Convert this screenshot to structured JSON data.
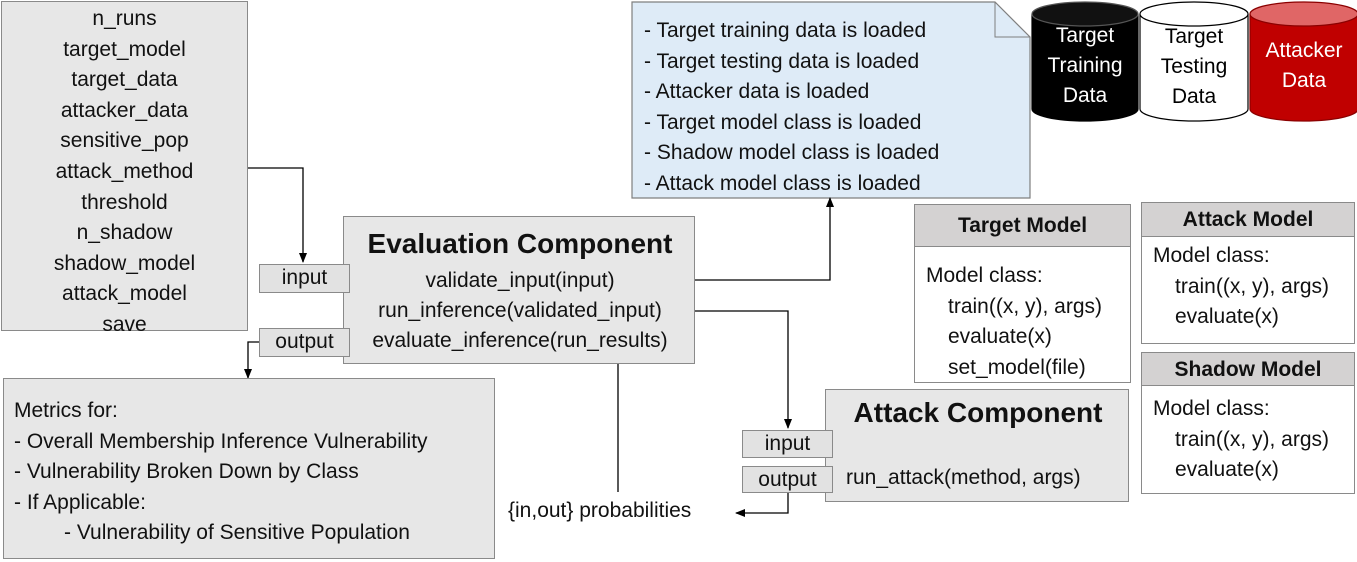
{
  "parameters": [
    "n_runs",
    "target_model",
    "target_data",
    "attacker_data",
    "sensitive_pop",
    "attack_method",
    "threshold",
    "n_shadow",
    "shadow_model",
    "attack_model",
    "save"
  ],
  "evaluation": {
    "title": "Evaluation Component",
    "methods": [
      "validate_input(input)",
      "run_inference(validated_input)",
      "evaluate_inference(run_results)"
    ],
    "input_label": "input",
    "output_label": "output"
  },
  "metrics": {
    "lines": [
      "Metrics for:",
      "-  Overall Membership Inference Vulnerability",
      "-  Vulnerability Broken Down by Class",
      "-  If Applicable:",
      "-  Vulnerability of Sensitive Population"
    ]
  },
  "checks": [
    "- Target training data is loaded",
    "- Target testing data is loaded",
    "- Attacker data is loaded",
    "- Target model class is loaded",
    "- Shadow model class is loaded",
    "- Attack model class is loaded"
  ],
  "cylinders": [
    {
      "label1": "Target",
      "label2": "Training",
      "label3": "Data",
      "fill": "#000000",
      "text": "#ffffff"
    },
    {
      "label1": "Target",
      "label2": "Testing",
      "label3": "Data",
      "fill": "#ffffff",
      "text": "#000000"
    },
    {
      "label1": "Attacker",
      "label2": "Data",
      "fill": "#c00000",
      "text": "#ffffff"
    }
  ],
  "target_model": {
    "title": "Target Model",
    "lines": [
      "Model class:",
      "train((x, y), args)",
      "evaluate(x)",
      "set_model(file)"
    ]
  },
  "attack_model": {
    "title": "Attack Model",
    "lines": [
      "Model class:",
      "train((x, y), args)",
      "evaluate(x)"
    ]
  },
  "shadow_model": {
    "title": "Shadow Model",
    "lines": [
      "Model class:",
      "train((x, y), args)",
      "evaluate(x)"
    ]
  },
  "attack": {
    "title": "Attack Component",
    "method": "run_attack(method, args)",
    "input_label": "input",
    "output_label": "output"
  },
  "probabilities_label": "{in,out} probabilities"
}
